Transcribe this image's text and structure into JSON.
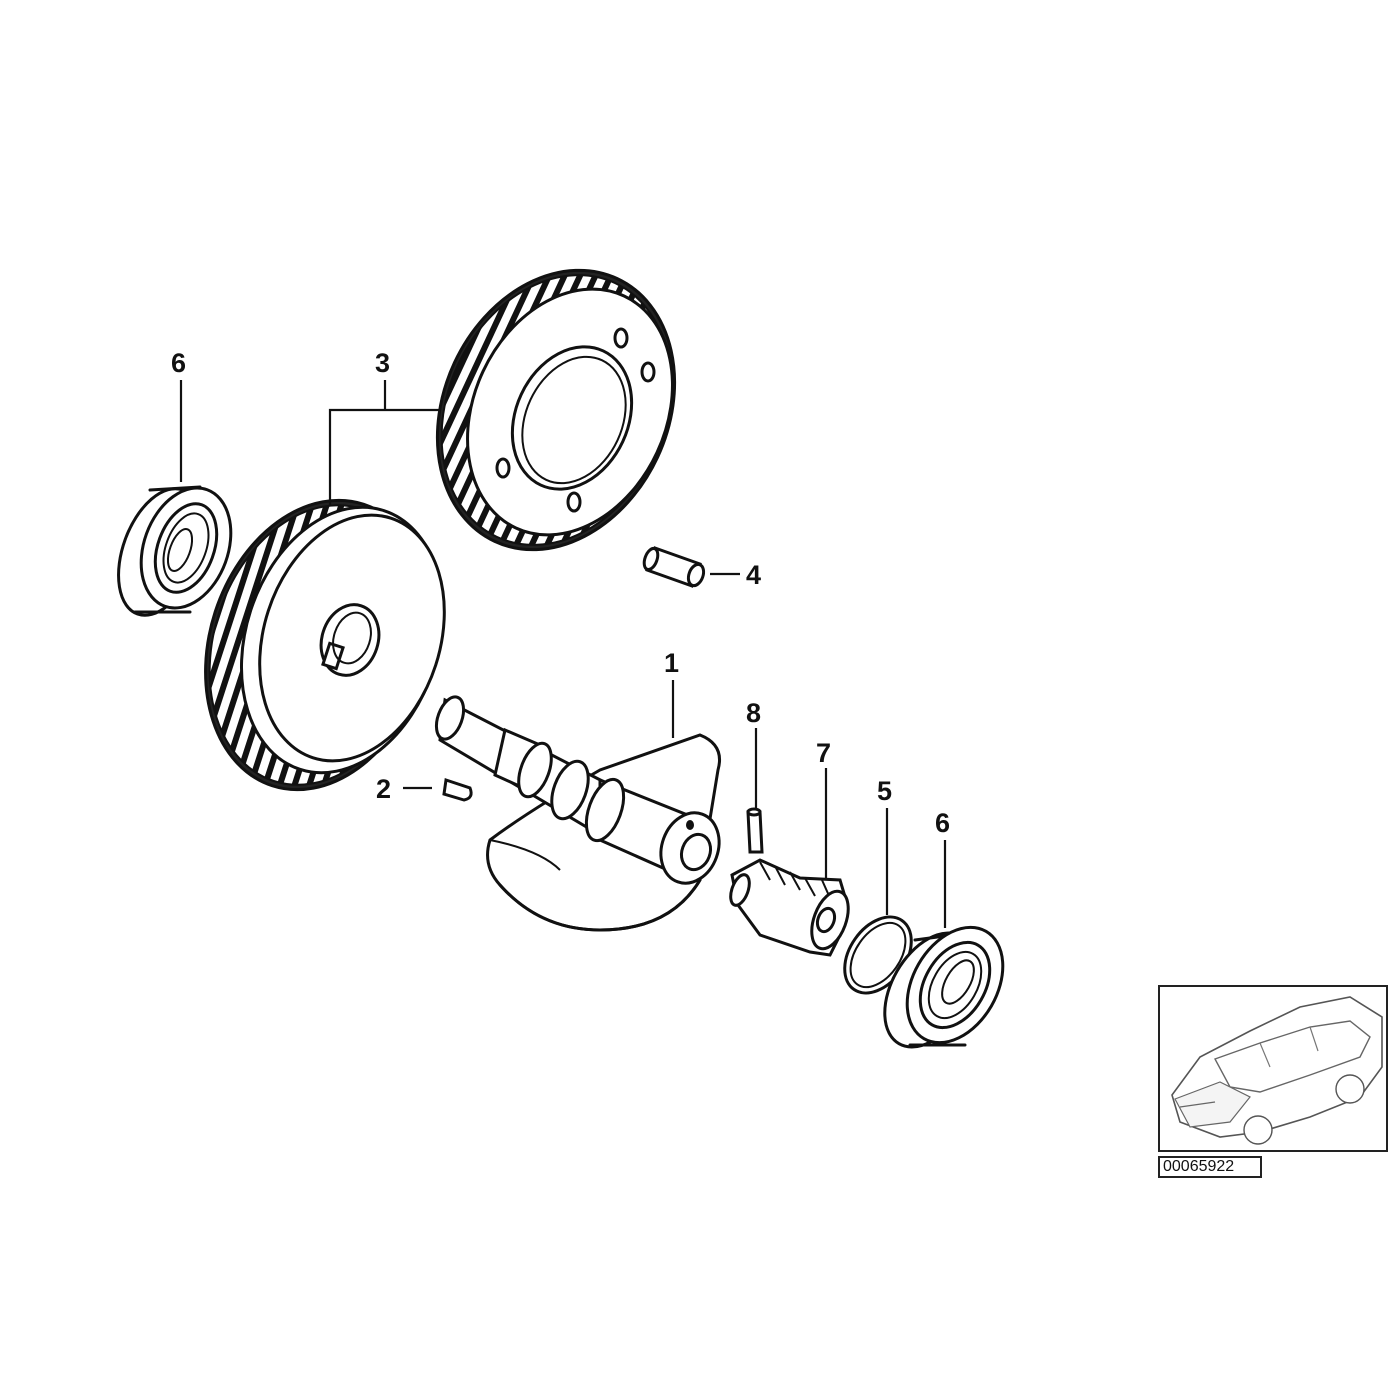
{
  "callouts": {
    "c1": "1",
    "c2": "2",
    "c3": "3",
    "c4": "4",
    "c5": "5",
    "c6_left": "6",
    "c6_right": "6",
    "c7": "7",
    "c8": "8"
  },
  "diagram_id": "00065922",
  "parts_depicted": [
    "crankshaft-icon",
    "woodruff-key-icon",
    "gear-set-icon",
    "dowel-pin-icon",
    "shim-ring-icon",
    "ball-bearing-icon",
    "pinion-gear-icon",
    "roll-pin-icon",
    "car-silhouette-icon"
  ],
  "colors": {
    "line": "#111111",
    "background": "#ffffff"
  }
}
